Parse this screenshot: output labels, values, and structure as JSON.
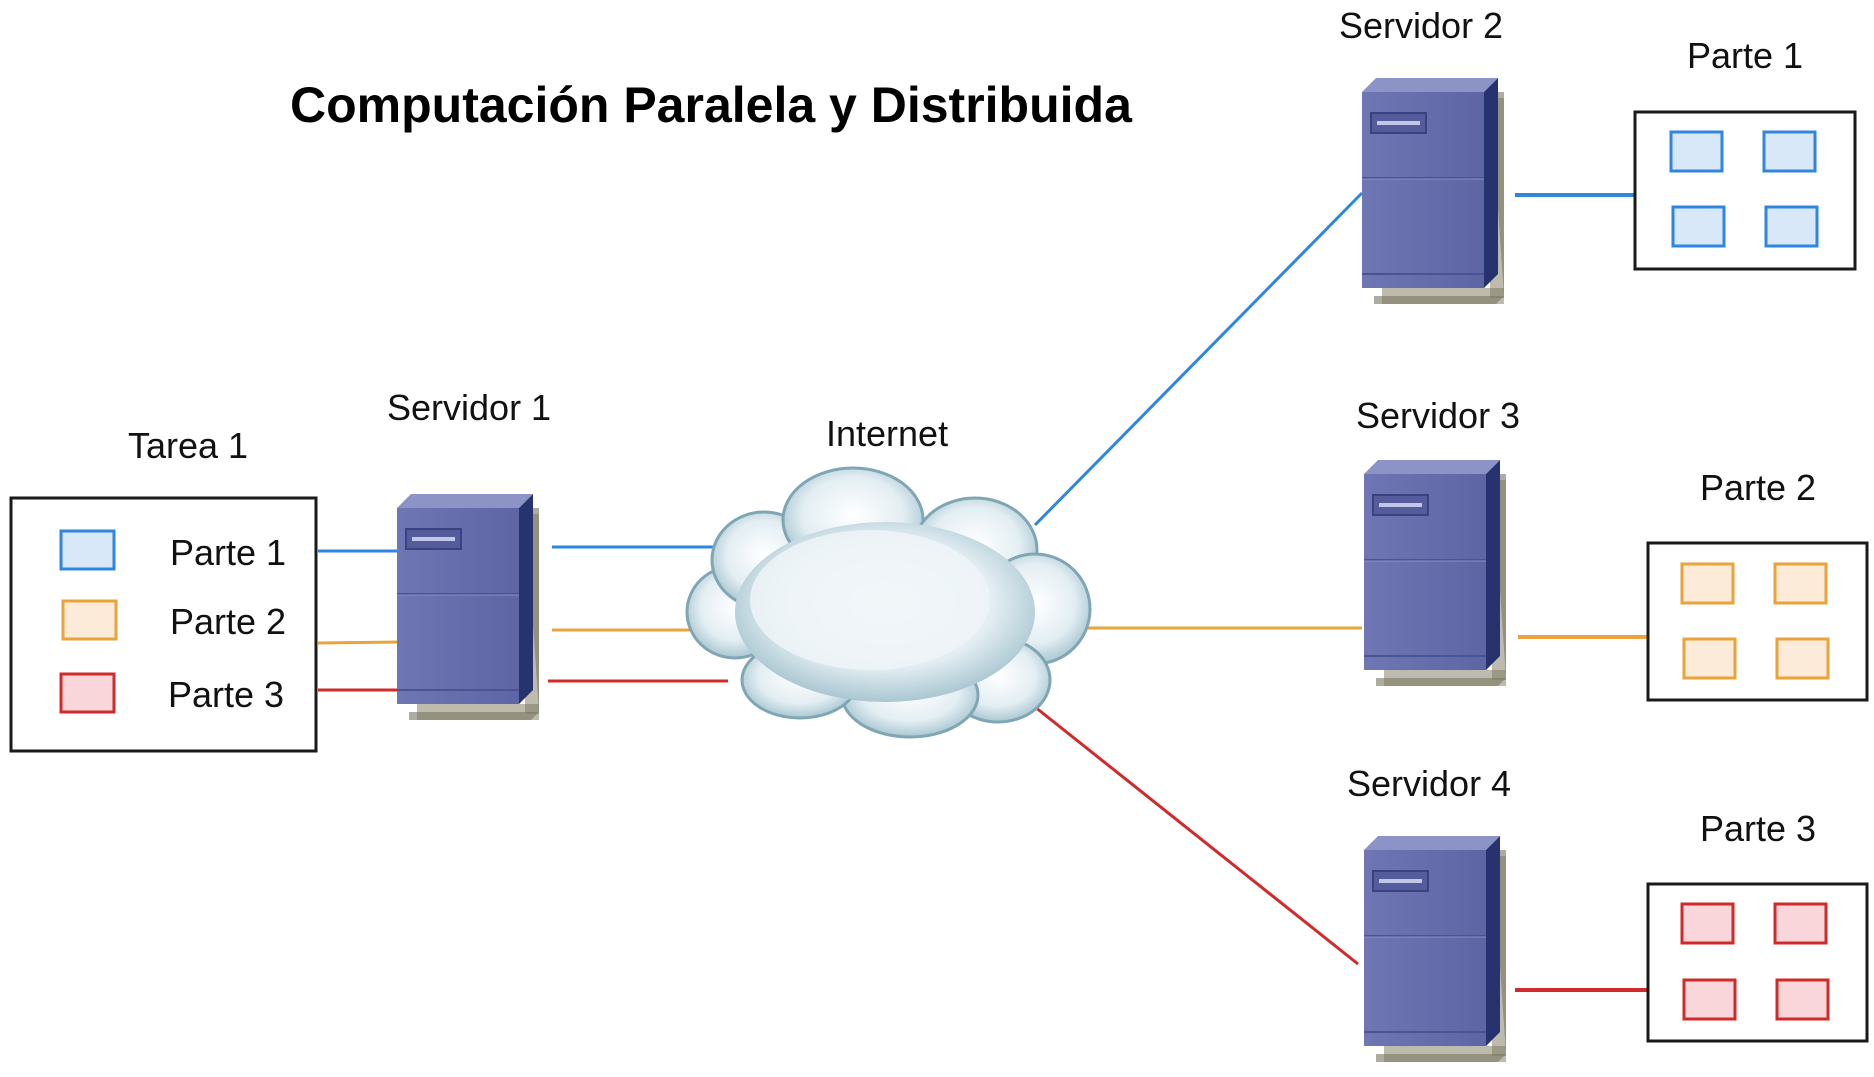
{
  "title": "Computación Paralela y Distribuida",
  "task": {
    "label": "Tarea 1",
    "parts": [
      "Parte 1",
      "Parte 2",
      "Parte 3"
    ]
  },
  "servers": {
    "s1": "Servidor 1",
    "s2": "Servidor 2",
    "s3": "Servidor 3",
    "s4": "Servidor 4"
  },
  "network": {
    "label": "Internet"
  },
  "results": [
    {
      "label": "Parte 1",
      "color": "blue"
    },
    {
      "label": "Parte 2",
      "color": "orange"
    },
    {
      "label": "Parte 3",
      "color": "red"
    }
  ],
  "colors": {
    "blue_stroke": "#2f86e0",
    "blue_fill": "#d8e8f8",
    "orange_stroke": "#eaa23a",
    "orange_fill": "#fcebd8",
    "red_stroke": "#d02a2a",
    "red_fill": "#f8d6da",
    "server_front": "#6a72b0",
    "server_side": "#2c3a78"
  }
}
